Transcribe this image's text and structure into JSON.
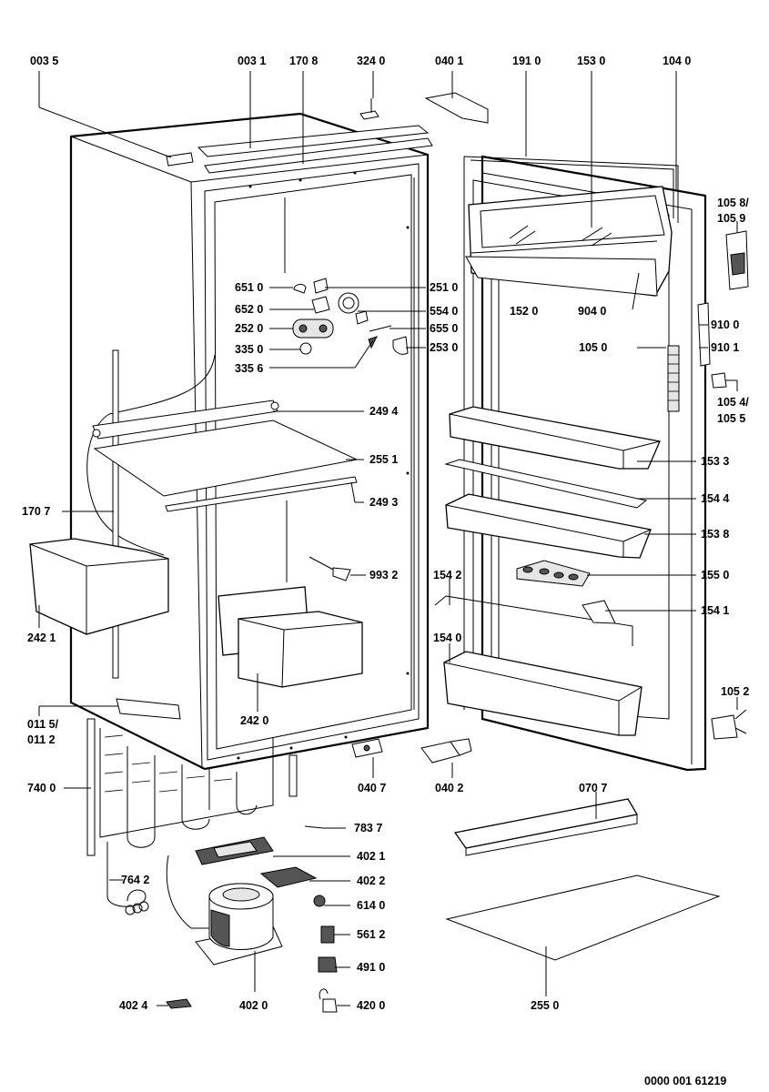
{
  "parts": [
    {
      "id": "p0035",
      "label": "003 5"
    },
    {
      "id": "p0031",
      "label": "003 1"
    },
    {
      "id": "p1708",
      "label": "170 8"
    },
    {
      "id": "p3240",
      "label": "324 0"
    },
    {
      "id": "p0401",
      "label": "040 1"
    },
    {
      "id": "p1910",
      "label": "191 0"
    },
    {
      "id": "p1530",
      "label": "153 0"
    },
    {
      "id": "p1040",
      "label": "104 0"
    },
    {
      "id": "p1058",
      "label": "105 8/"
    },
    {
      "id": "p1059",
      "label": "105 9"
    },
    {
      "id": "p6510",
      "label": "651 0"
    },
    {
      "id": "p2510",
      "label": "251 0"
    },
    {
      "id": "p6520",
      "label": "652 0"
    },
    {
      "id": "p5540",
      "label": "554 0"
    },
    {
      "id": "p1520",
      "label": "152 0"
    },
    {
      "id": "p9040",
      "label": "904 0"
    },
    {
      "id": "p9100",
      "label": "910 0"
    },
    {
      "id": "p2520",
      "label": "252 0"
    },
    {
      "id": "p6550",
      "label": "655 0"
    },
    {
      "id": "p3350",
      "label": "335 0"
    },
    {
      "id": "p2530",
      "label": "253 0"
    },
    {
      "id": "p1050",
      "label": "105 0"
    },
    {
      "id": "p9101",
      "label": "910 1"
    },
    {
      "id": "p3356",
      "label": "335 6"
    },
    {
      "id": "p1054",
      "label": "105 4/"
    },
    {
      "id": "p1055",
      "label": "105 5"
    },
    {
      "id": "p2494",
      "label": "249 4"
    },
    {
      "id": "p2551",
      "label": "255 1"
    },
    {
      "id": "p1533",
      "label": "153 3"
    },
    {
      "id": "p2493",
      "label": "249 3"
    },
    {
      "id": "p1707",
      "label": "170 7"
    },
    {
      "id": "p1544",
      "label": "154 4"
    },
    {
      "id": "p1538",
      "label": "153 8"
    },
    {
      "id": "p9932",
      "label": "993 2"
    },
    {
      "id": "p1550",
      "label": "155 0"
    },
    {
      "id": "p1542",
      "label": "154 2"
    },
    {
      "id": "p1541",
      "label": "154 1"
    },
    {
      "id": "p2421",
      "label": "242 1"
    },
    {
      "id": "p1540",
      "label": "154 0"
    },
    {
      "id": "p1052",
      "label": "105 2"
    },
    {
      "id": "p2420",
      "label": "242 0"
    },
    {
      "id": "p0115",
      "label": "011 5/"
    },
    {
      "id": "p0112",
      "label": "011 2"
    },
    {
      "id": "p0407",
      "label": "040 7"
    },
    {
      "id": "p0402",
      "label": "040 2"
    },
    {
      "id": "p7400",
      "label": "740 0"
    },
    {
      "id": "p0707",
      "label": "070 7"
    },
    {
      "id": "p7837",
      "label": "783 7"
    },
    {
      "id": "p4021",
      "label": "402 1"
    },
    {
      "id": "p7642",
      "label": "764 2"
    },
    {
      "id": "p4022",
      "label": "402 2"
    },
    {
      "id": "p6140",
      "label": "614 0"
    },
    {
      "id": "p5612",
      "label": "561 2"
    },
    {
      "id": "p4910",
      "label": "491 0"
    },
    {
      "id": "p4024",
      "label": "402 4"
    },
    {
      "id": "p4020",
      "label": "402 0"
    },
    {
      "id": "p4200",
      "label": "420 0"
    },
    {
      "id": "p2550",
      "label": "255 0"
    }
  ],
  "drawing_number": "0000 001 61219"
}
